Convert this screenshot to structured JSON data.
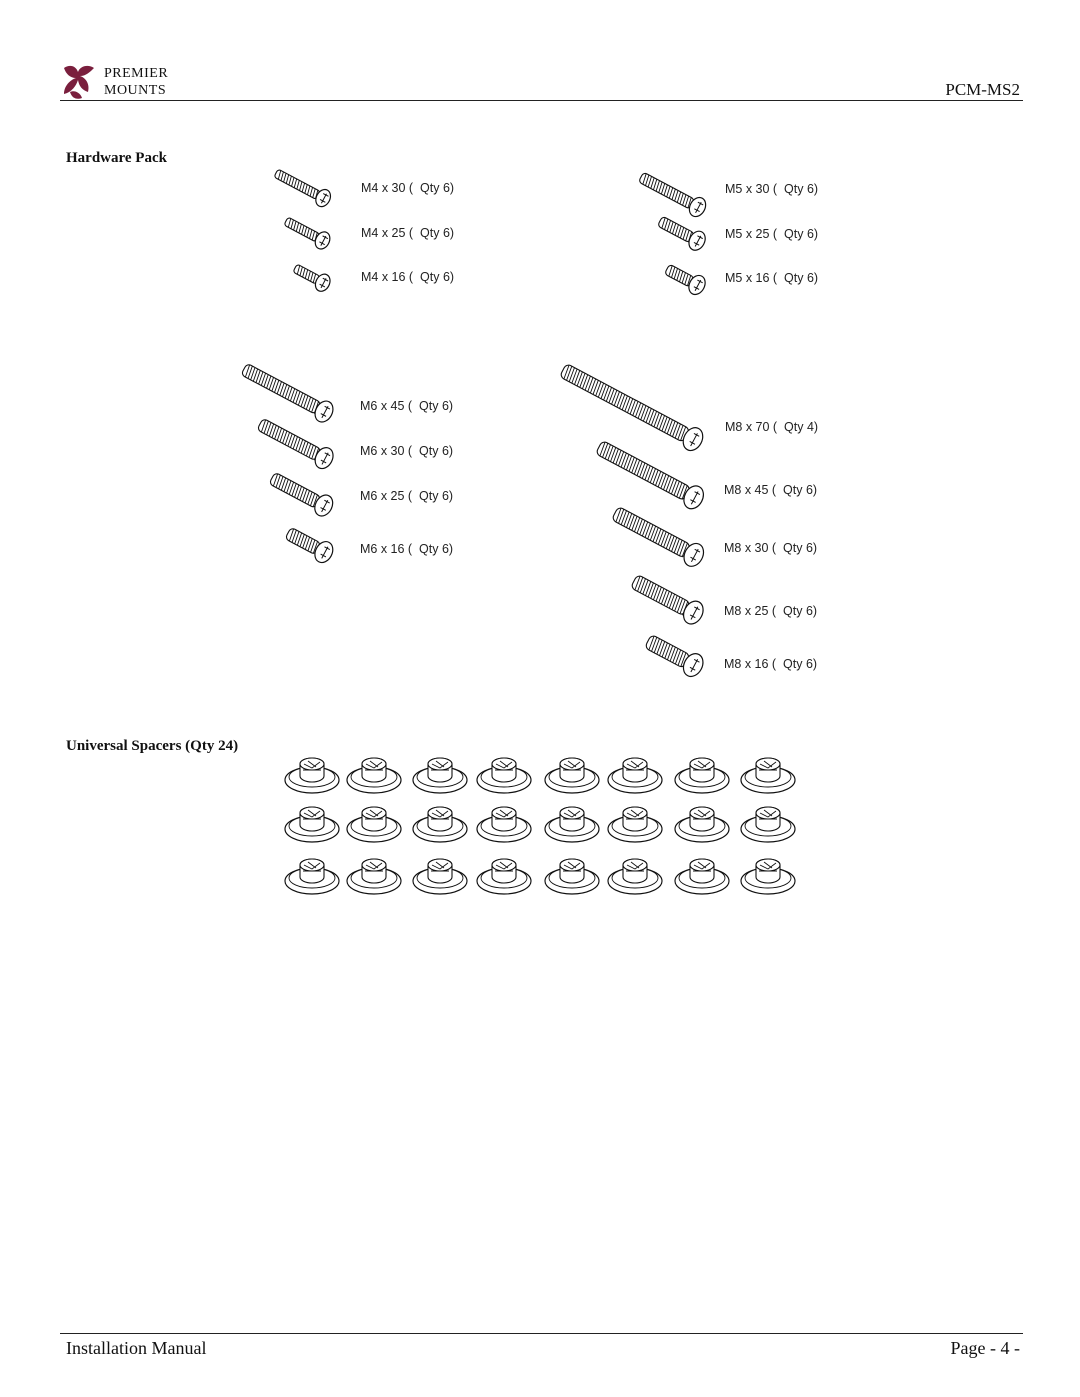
{
  "header": {
    "brand_line1": "PREMIER",
    "brand_line2": "MOUNTS",
    "model": "PCM-MS2"
  },
  "hardware": {
    "title": "Hardware Pack",
    "labels": {
      "m4_30": "M4 x 30 (  Qty 6)",
      "m4_25": "M4 x 25 (  Qty 6)",
      "m4_16": "M4 x 16 (  Qty 6)",
      "m5_30": "M5 x 30 (  Qty 6)",
      "m5_25": "M5 x 25 (  Qty 6)",
      "m5_16": "M5 x 16 (  Qty 6)",
      "m6_45": "M6 x 45 (  Qty 6)",
      "m6_30": "M6 x 30 (  Qty 6)",
      "m6_25": "M6 x 25 (  Qty 6)",
      "m6_16": "M6 x 16 (  Qty 6)",
      "m8_70": "M8 x 70 (  Qty 4)",
      "m8_45": "M8 x 45 (  Qty 6)",
      "m8_30": "M8 x 30 (  Qty 6)",
      "m8_25": "M8 x 25 (  Qty 6)",
      "m8_16": "M8 x 16 (  Qty 6)"
    }
  },
  "spacers": {
    "title": "Universal Spacers (Qty 24)",
    "count": 24
  },
  "footer": {
    "left": "Installation Manual",
    "right": "Page - 4 -"
  },
  "colors": {
    "logo": "#7a1f3d",
    "ink": "#111111"
  }
}
